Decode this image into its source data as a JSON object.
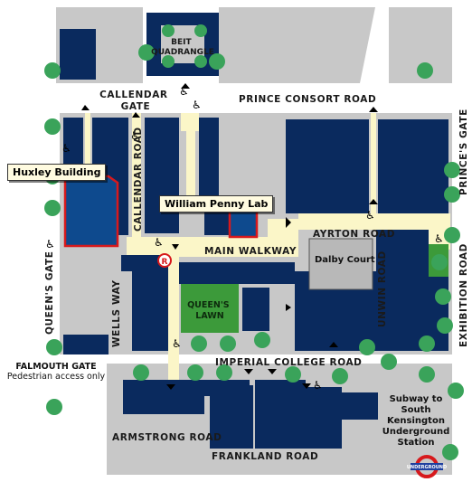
{
  "map": {
    "buildings": {
      "beit_quadrangle": "BEIT\nQUADRANGLE",
      "huxley": "Huxley Building",
      "william_penny": "William Penny Lab",
      "dalby_court": "Dalby Court",
      "queens_lawn": "QUEEN'S\nLAWN"
    },
    "roads": {
      "prince_consort": "PRINCE CONSORT ROAD",
      "callendar_gate": "CALLENDAR\nGATE",
      "callendar_road": "CALLENDAR ROAD",
      "main_walkway": "MAIN WALKWAY",
      "ayrton": "AYRTON ROAD",
      "unwin": "UNWIN ROAD",
      "exhibition": "EXHIBITION ROAD",
      "princes_gate": "PRINCE'S GATE",
      "queens_gate": "QUEEN'S GATE",
      "wells_way": "WELLS WAY",
      "imperial_college": "IMPERIAL COLLEGE ROAD",
      "armstrong": "ARMSTRONG ROAD",
      "frankland": "FRANKLAND ROAD"
    },
    "falmouth_gate": {
      "title": "FALMOUTH GATE",
      "note": "Pedestrian access only"
    },
    "subway_note": "Subway to\nSouth\nKensington\nUnderground\nStation",
    "underground_logo": "UNDERGROUND",
    "reception_marker": "R",
    "icons": [
      "entrance-arrow-icon",
      "wheelchair-access-icon",
      "tree-icon",
      "reception-icon",
      "underground-logo-icon"
    ],
    "colors": {
      "building": "#0a2a5e",
      "highlight_building": "#0e4a8e",
      "highlight_outline": "#d7191c",
      "background_block": "#c8c8c8",
      "walkway": "#fbf6c8",
      "lawn": "#3c9a3a",
      "tree": "#3aa35a",
      "road": "#ffffff"
    }
  }
}
